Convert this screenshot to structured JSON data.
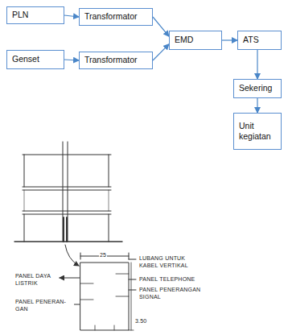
{
  "diagram": {
    "nodes": [
      {
        "text": [
          "PLN"
        ]
      },
      {
        "text": [
          "Transformator"
        ]
      },
      {
        "text": [
          "Genset"
        ]
      },
      {
        "text": [
          "Transformator"
        ]
      },
      {
        "text": [
          "EMD"
        ]
      },
      {
        "text": [
          "ATS"
        ]
      },
      {
        "text": [
          "Sekering"
        ]
      },
      {
        "text": [
          "Unit kegiatan"
        ]
      }
    ],
    "edges": [
      {
        "from": 0,
        "to": 1,
        "arrow": "to"
      },
      {
        "from": 2,
        "to": 3,
        "arrow": "to"
      },
      {
        "from": 1,
        "to": 4,
        "arrow": "to"
      },
      {
        "from": 3,
        "to": 4,
        "arrow": "to"
      },
      {
        "from": 4,
        "to": 5,
        "arrow": "to"
      },
      {
        "from": 5,
        "to": 6,
        "arrow": "to"
      },
      {
        "from": 6,
        "to": 7,
        "arrow": "to"
      }
    ],
    "labels": [
      "25",
      "LUBANG UNTUK KABEL VERTIKAL",
      "PANEL TELEPHONE",
      "PANEL PENERANGAN SIGNAL",
      "PANEL DAYA LISTRIK",
      "PANEL PENERAN- GAN",
      "3.50"
    ]
  }
}
